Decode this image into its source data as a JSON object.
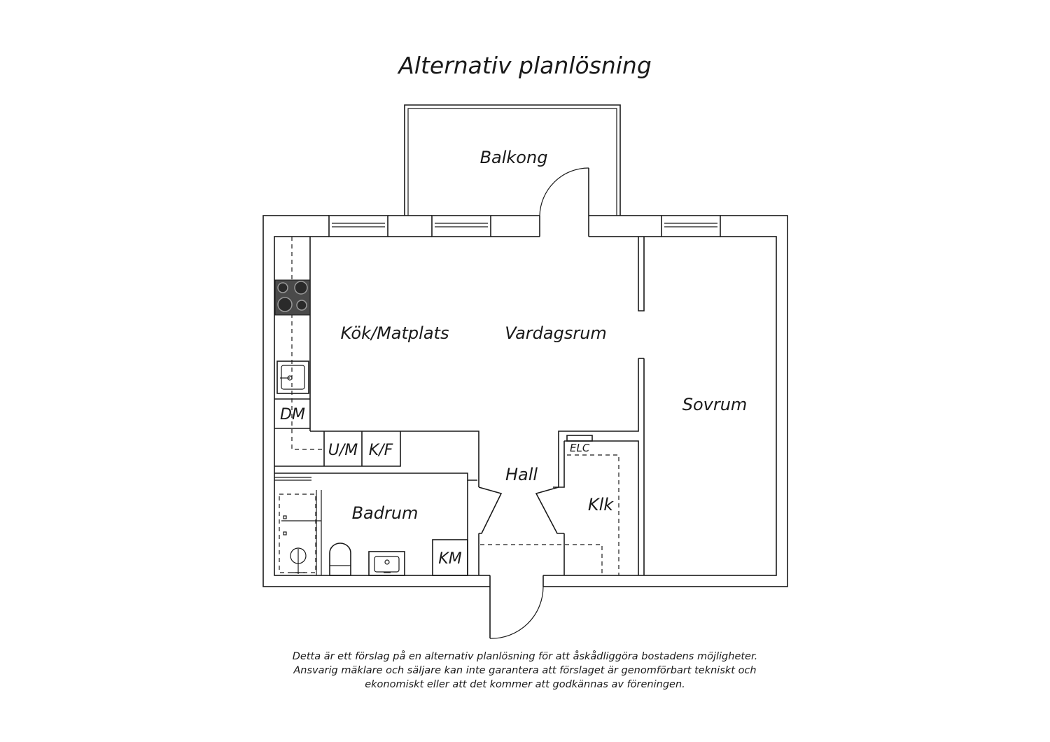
{
  "title": "Alternativ planlösning",
  "rooms": {
    "balcony": "Balkong",
    "kitchen": "Kök/Matplats",
    "living": "Vardagsrum",
    "bedroom": "Sovrum",
    "hall": "Hall",
    "bathroom": "Badrum",
    "closet": "Klk"
  },
  "appliances": {
    "dishwasher": "DM",
    "oven_microwave": "U/M",
    "fridge_freezer": "K/F",
    "washing_machine": "KM",
    "electrical_cabinet": "ELC"
  },
  "disclaimer": [
    "Detta är ett förslag på en alternativ planlösning för att åskådliggöra bostadens möjligheter.",
    "Ansvarig mäklare och säljare kan inte garantera att förslaget är genomförbart tekniskt och",
    "ekonomiskt eller att det kommer att godkännas av föreningen."
  ],
  "colors": {
    "ink": "#1a1a1a",
    "background": "#ffffff",
    "stove": "#4a4a4a"
  }
}
